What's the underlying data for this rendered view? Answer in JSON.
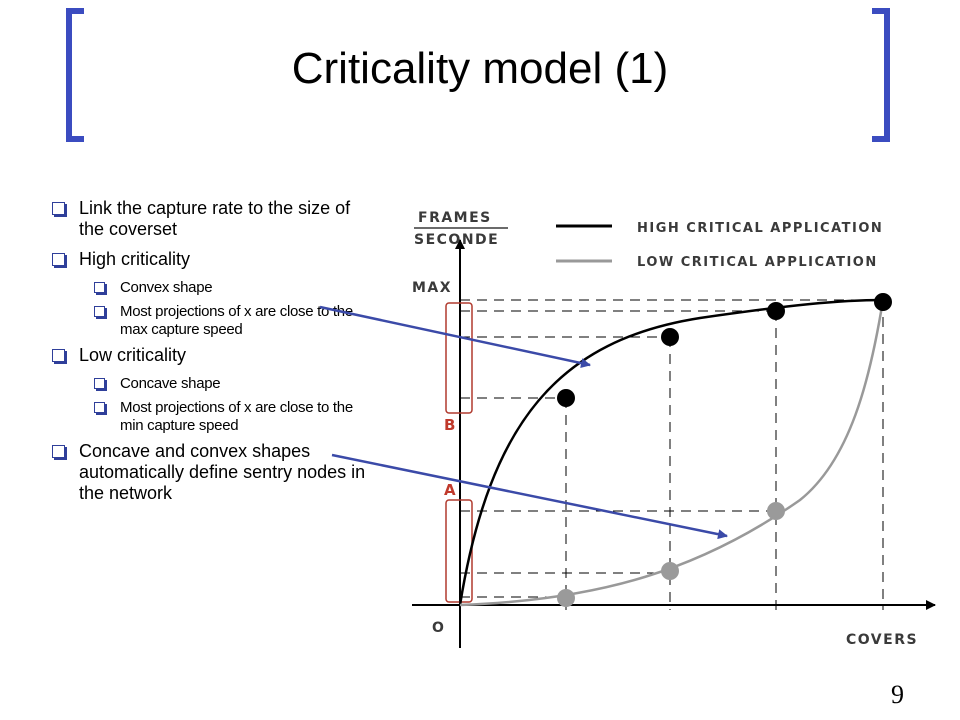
{
  "title": "Criticality model (1)",
  "page_number": "9",
  "bullets": {
    "b1": "Link the capture rate to the size of the coverset",
    "b2": "High criticality",
    "b2a": "Convex shape",
    "b2b": "Most projections of x are close to the max capture speed",
    "b3": "Low criticality",
    "b3a": "Concave shape",
    "b3b": "Most projections of x are close to the min capture speed",
    "b4": "Concave and convex shapes automatically define sentry nodes in the network"
  },
  "diagram": {
    "y_label_top": "FRAMES",
    "y_label_bottom": "SECONDE",
    "x_label": "COVERS",
    "max_label": "MAX",
    "origin_label": "O",
    "a_label": "A",
    "b_label": "B",
    "legend_high": "HIGH CRITICAL APPLICATION",
    "legend_low": "LOW CRITICAL APPLICATION",
    "colors": {
      "high": "#000000",
      "low": "#999999",
      "arrow": "#3b4aa8",
      "interval": "#b03a2e"
    }
  }
}
